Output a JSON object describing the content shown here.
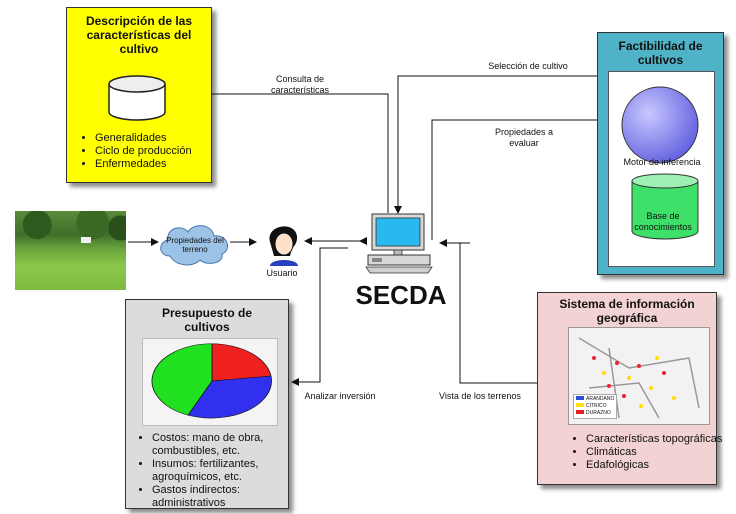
{
  "colors": {
    "yellow_box": "#ffff00",
    "teal_box": "#4fb3c8",
    "gray_box": "#dcdcdc",
    "pink_box": "#f2d2d2",
    "sphere": "#8a88ee",
    "cylinder_green": "#3ee06a",
    "pie_green": "#20e020",
    "pie_blue": "#3030ee",
    "pie_red": "#ee2020"
  },
  "desc_box": {
    "title": "Descripción de las características del cultivo",
    "items": [
      "Generalidades",
      "Ciclo de producción",
      "Enfermedades"
    ]
  },
  "fact_box": {
    "title": "Factibilidad de cultivos",
    "motor_label": "Motor de inferencia",
    "base_label": "Base de conocimientos"
  },
  "budget_box": {
    "title": "Presupuesto de cultivos",
    "items": [
      "Costos: mano de obra, combustibles, etc.",
      "Insumos: fertilizantes, agroquímicos, etc.",
      "Gastos indirectos: administrativos"
    ]
  },
  "gis_box": {
    "title": "Sistema de información geográfica",
    "items": [
      "Características topográficas",
      "Climáticas",
      "Edafológicas"
    ],
    "map_legend": [
      "ARANDANO",
      "CITRICO",
      "DURAZNO"
    ]
  },
  "center": {
    "label": "SECDA"
  },
  "user": {
    "label": "Usuario"
  },
  "cloud": {
    "label": "Propiedades del terreno"
  },
  "arrows": {
    "consulta": "Consulta de características",
    "seleccion": "Selección de cultivo",
    "propiedades": "Propiedades a evaluar",
    "analizar": "Analizar inversión",
    "vista": "Vista de los terrenos"
  }
}
